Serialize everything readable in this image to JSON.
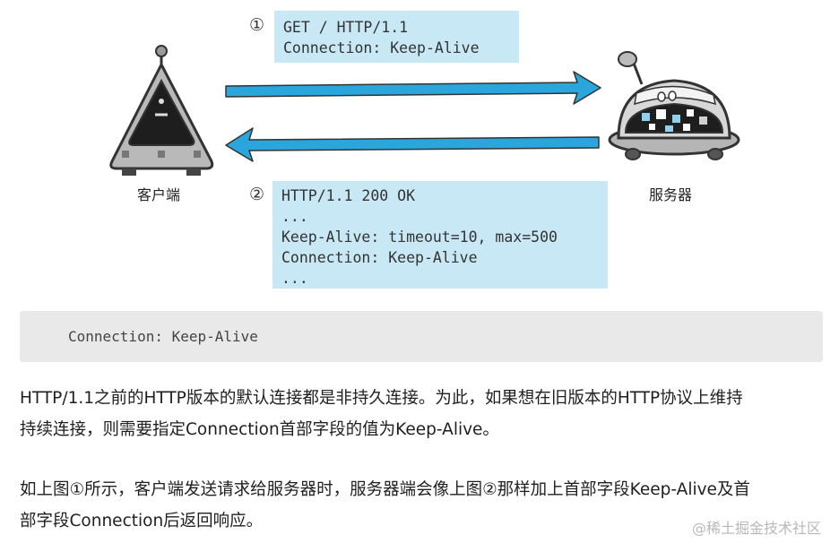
{
  "diagram": {
    "request": {
      "marker": "①",
      "lines": [
        "GET / HTTP/1.1",
        "Connection: Keep-Alive"
      ]
    },
    "response": {
      "marker": "②",
      "lines": [
        "HTTP/1.1 200 OK",
        "...",
        "Keep-Alive: timeout=10, max=500",
        "Connection: Keep-Alive",
        "..."
      ]
    },
    "client_label": "客户端",
    "server_label": "服务器",
    "colors": {
      "arrow": "#2aa6dc",
      "box": "#c9e8f6"
    }
  },
  "code_snippet": "Connection: Keep-Alive",
  "paragraphs": [
    [
      "HTTP/1.1之前的HTTP版本的默认连接都是非持久连接。为此，如果想在旧版本的HTTP协议上维持",
      "持续连接，则需要指定Connection首部字段的值为Keep-Alive。"
    ],
    [
      "如上图①所示，客户端发送请求给服务器时，服务器端会像上图②那样加上首部字段Keep-Alive及首",
      "部字段Connection后返回响应。"
    ]
  ],
  "watermark": "@稀土掘金技术社区"
}
